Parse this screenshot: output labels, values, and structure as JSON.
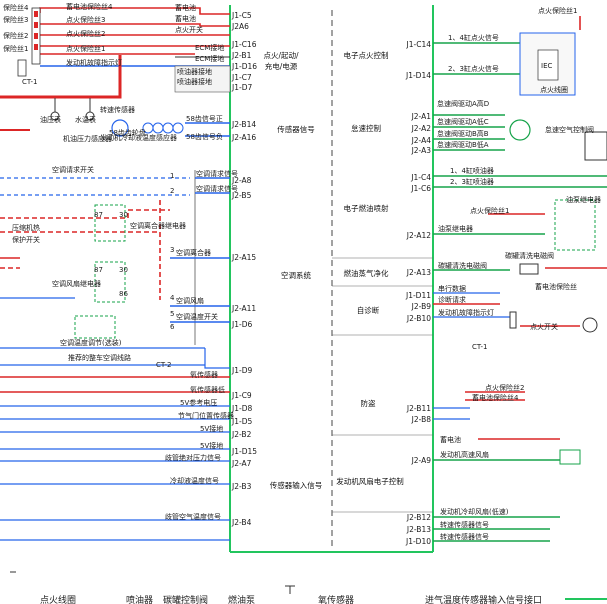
{
  "sections": {
    "s0": "点火/起动/",
    "s1": "充电/电源",
    "s2": "传感器信号",
    "s3": "空调系统",
    "s4": "传感器输入信号",
    "s5": "电子点火控制",
    "s6": "怠速控制",
    "s7": "电子燃油喷射",
    "s8": "燃油蒸气净化",
    "s9": "自诊断",
    "s10": "防盗",
    "s11": "发动机风扇电子控制"
  },
  "left_pins": [
    "J1-C5",
    "J2A6",
    "J1-C16",
    "J2-B1",
    "J1-D16",
    "J1-C7",
    "J1-D7",
    "J2-B14",
    "J2-A16",
    "J2-A8",
    "J2-B5",
    "J2-A15",
    "J2-A11",
    "J1-D6",
    "J1-D9",
    "J1-C9",
    "J1-D8",
    "J1-D5",
    "J2-B2",
    "J1-D15",
    "J2-A7",
    "J2-B3",
    "J2-B4"
  ],
  "right_pins": [
    "J1-C14",
    "J1-D14",
    "J2-A1",
    "J2-A2",
    "J2-A4",
    "J2-A3",
    "J1-C4",
    "J1-C6",
    "J2-A12",
    "J2-A13",
    "J1-D11",
    "J2-B9",
    "J2-B10",
    "J2-B11",
    "J2-B8",
    "J2-A9",
    "J2-B12",
    "J2-B13",
    "J1-D10"
  ],
  "left_labels": {
    "fuse4": "保险丝4",
    "fuse3": "保险丝3",
    "fuse2": "保险丝2",
    "fuse1": "保险丝1",
    "battery_fuse4": "蓄电池保险丝4",
    "ign_fuse3": "点火保险丝3",
    "ign_fuse2": "点火保险丝2",
    "ign_fuse1": "点火保险丝1",
    "mil": "发动机故障指示灯",
    "ct1": "CT-1",
    "battery_r": "蓄电池",
    "ign_switch": "点火开关",
    "ecm_gnd": "ECM接地",
    "fuel_gnd": "喷油器接地",
    "speed_sensor": "转速传感器",
    "oil_pressure": "油压表",
    "water_temp": "水温表",
    "oil_pressure_sensor": "机油压力感应器",
    "engine_coolant": "发动机冷却液温度感应器",
    "gear58": "58齿齿轮盘",
    "gear_pos": "58齿信号正",
    "gear_neg": "58齿信号负",
    "ac_request_switch": "空调请求开关",
    "ac_request1": "空调请求信号",
    "ac_request2": "空调请求信号",
    "pressure_switch": "压缩机热",
    "protect_switch": "保护开关",
    "compressor_relay": "空调离合器继电器",
    "ac_clutch": "空调离合器",
    "fan_relay": "空调风扇继电器",
    "ac_fan": "空调风扇",
    "ac_temp": "空调温度开关",
    "ac_regulator": "空调温度调节(选装)",
    "recommended": "推荐的整车空调线路",
    "ct2": "CT-2",
    "oxygen": "氧传感器",
    "oxygen_gnd": "氧传感器低",
    "ref5v": "5V参考电压",
    "throttle_pos": "节气门位置传感器",
    "gnd5v": "5V接地",
    "manifold_pressure": "歧管绝对压力信号",
    "coolant_temp": "冷却液温度信号",
    "intake_temp": "歧管空气温度信号",
    "n87": "87",
    "n30": "30",
    "n86": "86",
    "n1": "1",
    "n2": "2",
    "n3": "3",
    "n4": "4",
    "n5": "5",
    "n6": "6"
  },
  "right_labels": {
    "ign_fuse1": "点火保险丝1",
    "cyl14": "1、4缸点火信号",
    "cyl23": "2、3缸点火信号",
    "iec": "IEC",
    "coil": "点火线圈",
    "idle_ad": "怠速阀驱动A高D",
    "idle_ac": "怠速阀驱动A低C",
    "idle_bd": "怠速阀驱动B高B",
    "idle_bc": "怠速阀驱动B低A",
    "idle_motor": "怠速空气控制阀",
    "inj14": "1、4缸喷油器",
    "inj23": "2、3缸喷油器",
    "pump_relay": "油泵继电器",
    "pump": "油泵继电器",
    "canister_valve": "碳罐清洗电磁阀",
    "canister": "碳罐清洗电磁阀",
    "battery_fuse": "蓄电池保险丝",
    "serial": "串行数据",
    "diag_req": "诊断请求",
    "mil": "发动机故障指示灯",
    "ign_switch": "点火开关",
    "ct1": "CT-1",
    "ign_fuse2": "点火保险丝2",
    "battery_fuse4": "蓄电池保险丝4",
    "battery": "蓄电池",
    "fan_high": "发动机高速风扇",
    "fan_low": "发动机冷却风扇(低速)",
    "tach": "转速传感器信号"
  },
  "legend": {
    "ignition": "点火线圈",
    "injector": "喷油器",
    "canister": "碳罐控制阀",
    "pump": "燃油泵",
    "oxygen": "氧传感器",
    "input": "进气温度传感器输入信号接口"
  }
}
